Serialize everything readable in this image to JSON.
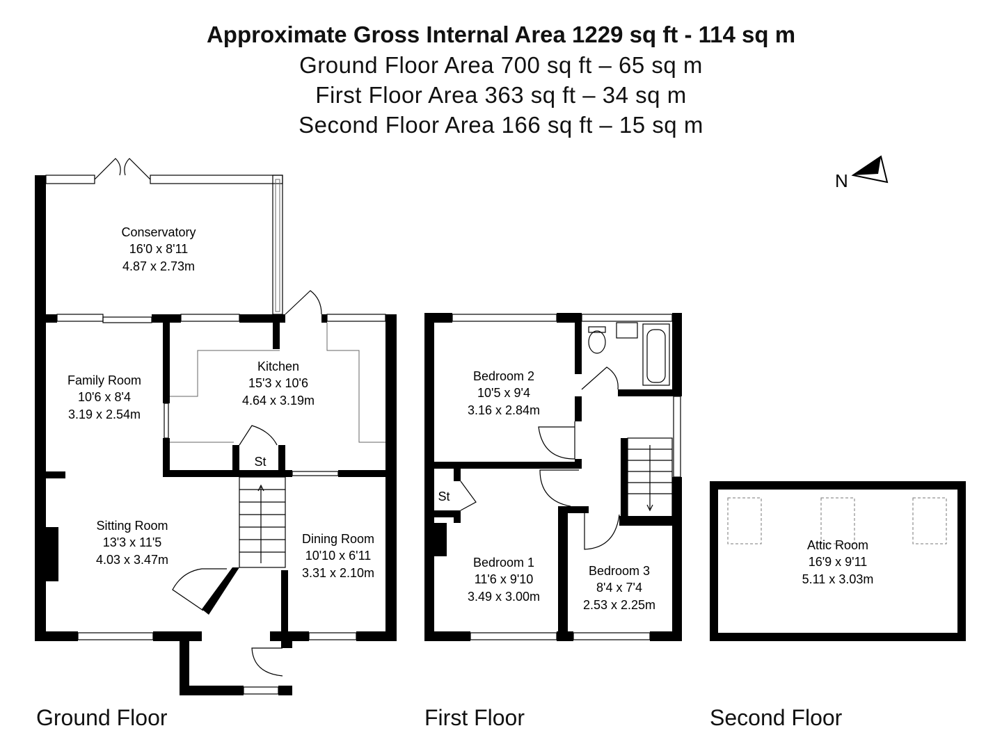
{
  "header": {
    "title": "Approximate Gross Internal Area 1229 sq ft - 114 sq m",
    "ground_area": "Ground Floor Area 700 sq ft – 65 sq m",
    "first_area": "First Floor Area 363 sq ft – 34 sq m",
    "second_area": "Second Floor Area 166 sq ft – 15 sq m"
  },
  "compass": {
    "label": "N"
  },
  "floors": {
    "ground": {
      "label": "Ground Floor",
      "rooms": {
        "conservatory": {
          "name": "Conservatory",
          "imperial": "16'0 x 8'11",
          "metric": "4.87 x 2.73m"
        },
        "family_room": {
          "name": "Family Room",
          "imperial": "10'6 x 8'4",
          "metric": "3.19 x 2.54m"
        },
        "kitchen": {
          "name": "Kitchen",
          "imperial": "15'3 x 10'6",
          "metric": "4.64 x 3.19m"
        },
        "sitting_room": {
          "name": "Sitting Room",
          "imperial": "13'3 x 11'5",
          "metric": "4.03 x 3.47m"
        },
        "dining_room": {
          "name": "Dining Room",
          "imperial": "10'10 x 6'11",
          "metric": "3.31 x 2.10m"
        },
        "store": {
          "name": "St"
        }
      }
    },
    "first": {
      "label": "First Floor",
      "rooms": {
        "bedroom2": {
          "name": "Bedroom 2",
          "imperial": "10'5 x 9'4",
          "metric": "3.16 x 2.84m"
        },
        "bedroom1": {
          "name": "Bedroom 1",
          "imperial": "11'6 x 9'10",
          "metric": "3.49 x 3.00m"
        },
        "bedroom3": {
          "name": "Bedroom 3",
          "imperial": "8'4 x 7'4",
          "metric": "2.53 x 2.25m"
        },
        "store": {
          "name": "St"
        }
      }
    },
    "second": {
      "label": "Second Floor",
      "rooms": {
        "attic": {
          "name": "Attic Room",
          "imperial": "16'9 x 9'11",
          "metric": "5.11 x 3.03m"
        }
      }
    }
  }
}
